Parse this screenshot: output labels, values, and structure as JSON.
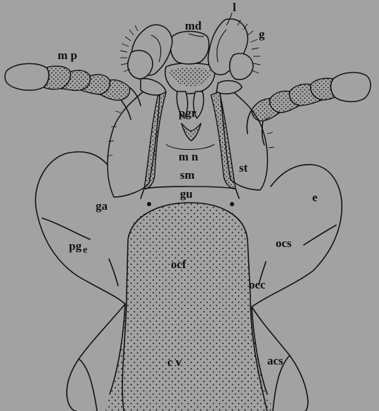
{
  "labels": {
    "l": "l",
    "md": "md",
    "g": "g",
    "mp": "m p",
    "pgr": "pgr",
    "mn": "m n",
    "sm": "sm",
    "st": "st",
    "gu": "gu",
    "ga": "ga",
    "e": "e",
    "pge_main": "pg",
    "pge_sub": "e",
    "ocs": "ocs",
    "ocf": "ocf",
    "occ": "occ",
    "acs": "acs",
    "cv": "c v"
  },
  "colors": {
    "background": "#a2a2a2",
    "ink": "#111111"
  }
}
